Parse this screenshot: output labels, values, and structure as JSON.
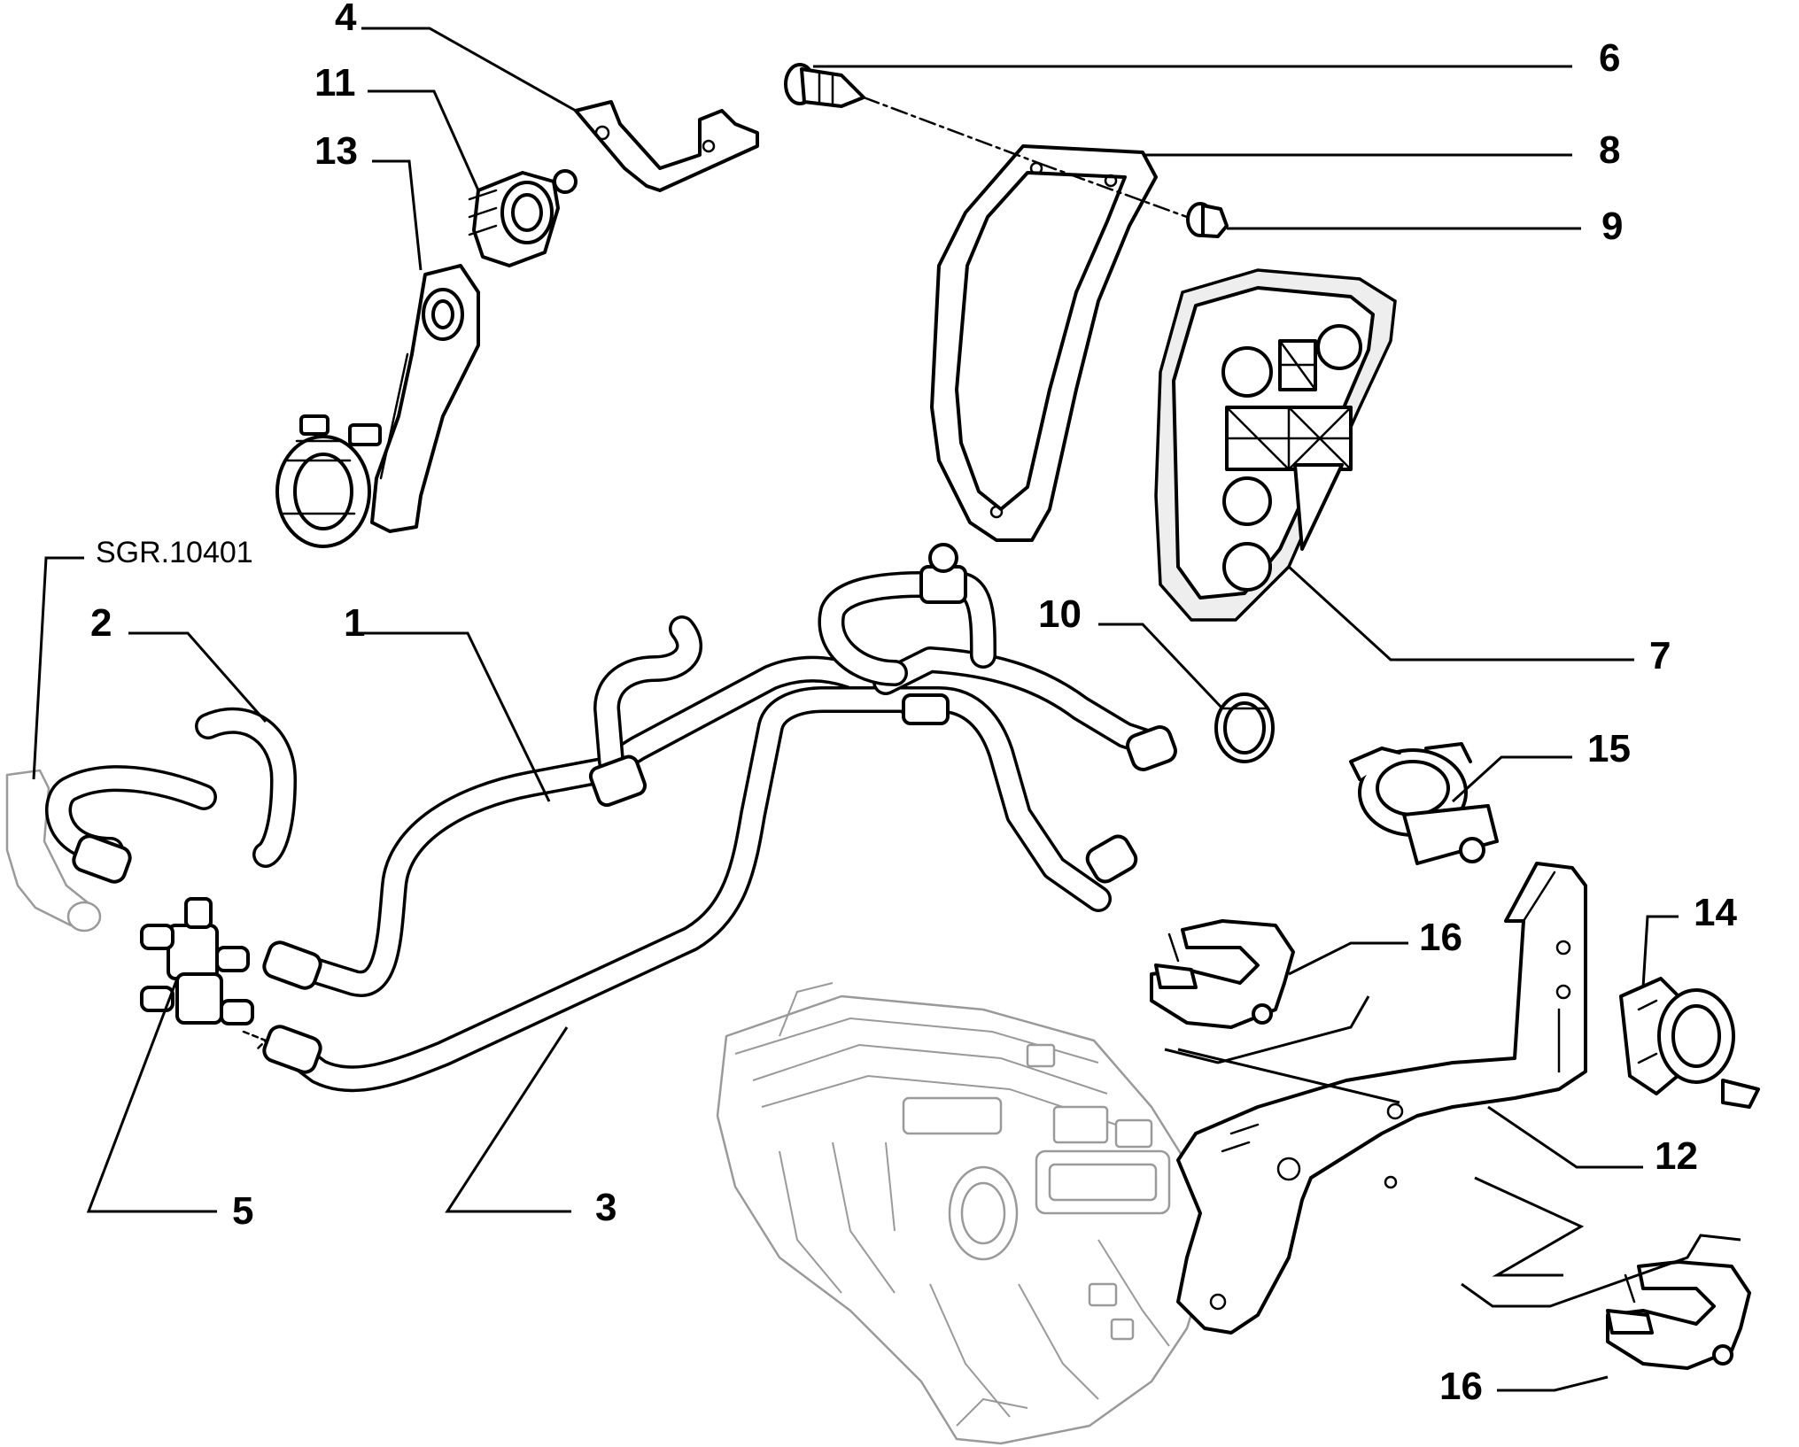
{
  "reference_code": "SGR.10401",
  "callouts": {
    "c1": "1",
    "c2": "2",
    "c3": "3",
    "c4": "4",
    "c5": "5",
    "c6": "6",
    "c7": "7",
    "c8": "8",
    "c9": "9",
    "c10": "10",
    "c11": "11",
    "c12": "12",
    "c13": "13",
    "c14": "14",
    "c15": "15",
    "c16a": "16",
    "c16b": "16"
  }
}
